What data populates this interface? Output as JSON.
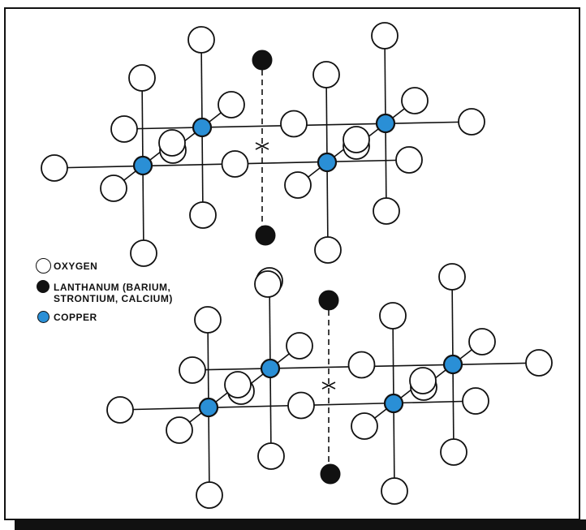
{
  "legend": [
    {
      "kind": "oxygen",
      "label": "OXYGEN"
    },
    {
      "kind": "lanthanum",
      "label": "LANTHANUM (BARIUM,\nSTRONTIUM, CALCIUM)"
    },
    {
      "kind": "copper",
      "label": "COPPER"
    }
  ],
  "colors": {
    "copper": "#2a8fd6",
    "lanthanum": "#111111",
    "oxygen_fill": "#ffffff",
    "line": "#111111",
    "frame": "#111111"
  }
}
